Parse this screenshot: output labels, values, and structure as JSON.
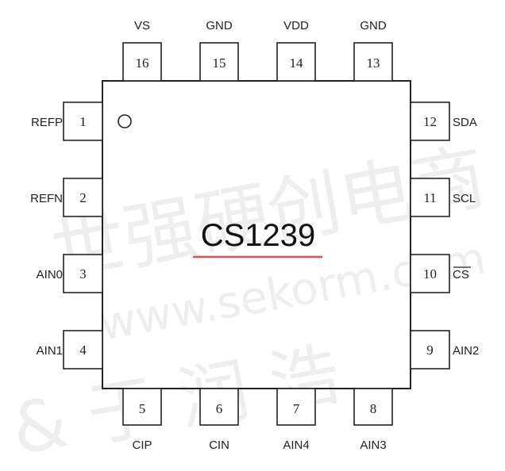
{
  "chip": {
    "name": "CS1239",
    "underline_color": "#e84a4a",
    "body_stroke": "#222222"
  },
  "pins": {
    "top": [
      {
        "num": "16",
        "label": "VS"
      },
      {
        "num": "15",
        "label": "GND"
      },
      {
        "num": "14",
        "label": "VDD"
      },
      {
        "num": "13",
        "label": "GND"
      }
    ],
    "left": [
      {
        "num": "1",
        "label": "REFP"
      },
      {
        "num": "2",
        "label": "REFN"
      },
      {
        "num": "3",
        "label": "AIN0"
      },
      {
        "num": "4",
        "label": "AIN1"
      }
    ],
    "right": [
      {
        "num": "12",
        "label": "SDA"
      },
      {
        "num": "11",
        "label": "SCL"
      },
      {
        "num": "10",
        "label": "CS",
        "overline": true
      },
      {
        "num": "9",
        "label": "AIN2"
      }
    ],
    "bottom": [
      {
        "num": "5",
        "label": "CIP"
      },
      {
        "num": "6",
        "label": "CIN"
      },
      {
        "num": "7",
        "label": "AIN4"
      },
      {
        "num": "8",
        "label": "AIN3"
      }
    ]
  },
  "watermark": {
    "line1": "世强硬创电商",
    "line2": "www.sekorm.com",
    "line3": "& 于 润 浩"
  }
}
